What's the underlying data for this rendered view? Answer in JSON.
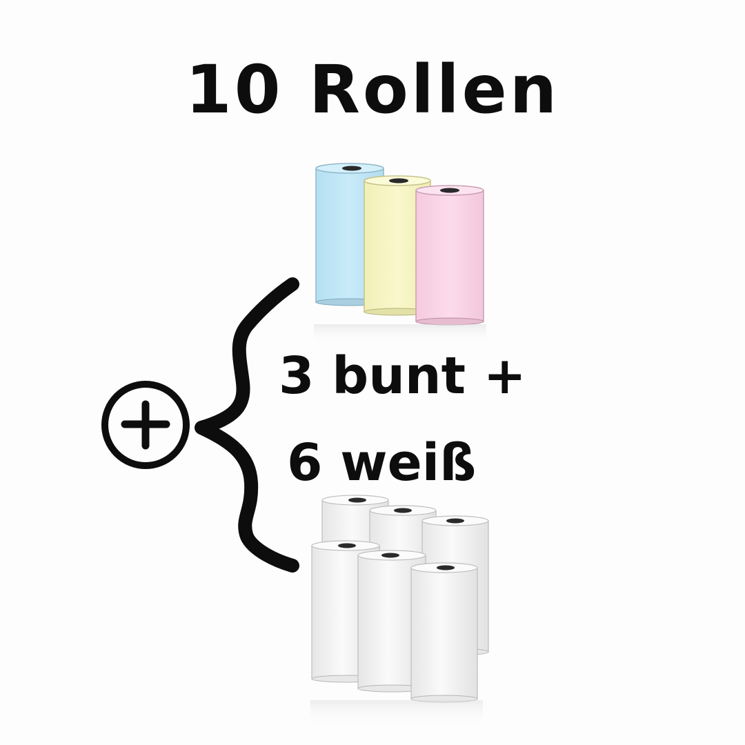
{
  "title": "10 Rollen",
  "labels": {
    "colored": "3 bunt +",
    "white": "6 weiß"
  },
  "icons": {
    "plus": "plus-circle-icon",
    "brace": "curly-brace-icon"
  },
  "rolls": {
    "colored": [
      {
        "name": "blue",
        "color": "#c3e8f7"
      },
      {
        "name": "yellow",
        "color": "#f8f6c6"
      },
      {
        "name": "pink",
        "color": "#fad7e8"
      }
    ],
    "white_color": "#f4f4f4"
  },
  "colors": {
    "text": "#0d0d0d",
    "background": "#fdfdfd"
  }
}
